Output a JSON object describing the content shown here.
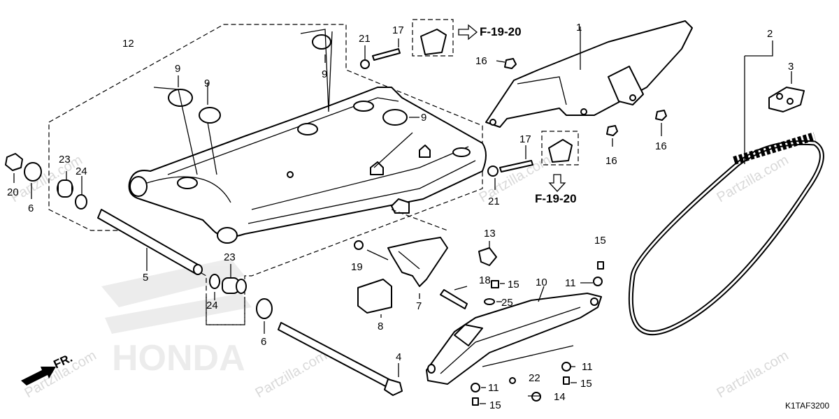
{
  "diagram": {
    "code": "K1TAF3200",
    "direction_label": "FR.",
    "watermark": "Partzilla.com",
    "brand_background": "HONDA",
    "references": [
      {
        "id": "ref-top",
        "text": "F-19-20"
      },
      {
        "id": "ref-mid",
        "text": "F-19-20"
      }
    ],
    "callouts": [
      {
        "id": "c1",
        "text": "1"
      },
      {
        "id": "c2",
        "text": "2"
      },
      {
        "id": "c3",
        "text": "3"
      },
      {
        "id": "c4",
        "text": "4"
      },
      {
        "id": "c5",
        "text": "5"
      },
      {
        "id": "c6a",
        "text": "6"
      },
      {
        "id": "c6b",
        "text": "6"
      },
      {
        "id": "c7",
        "text": "7"
      },
      {
        "id": "c8",
        "text": "8"
      },
      {
        "id": "c9a",
        "text": "9"
      },
      {
        "id": "c9b",
        "text": "9"
      },
      {
        "id": "c9c",
        "text": "9"
      },
      {
        "id": "c9d",
        "text": "9"
      },
      {
        "id": "c10",
        "text": "10"
      },
      {
        "id": "c11a",
        "text": "11"
      },
      {
        "id": "c11b",
        "text": "11"
      },
      {
        "id": "c11c",
        "text": "11"
      },
      {
        "id": "c12",
        "text": "12"
      },
      {
        "id": "c13",
        "text": "13"
      },
      {
        "id": "c14",
        "text": "14"
      },
      {
        "id": "c15a",
        "text": "15"
      },
      {
        "id": "c15b",
        "text": "15"
      },
      {
        "id": "c15c",
        "text": "15"
      },
      {
        "id": "c15d",
        "text": "15"
      },
      {
        "id": "c16a",
        "text": "16"
      },
      {
        "id": "c16b",
        "text": "16"
      },
      {
        "id": "c16c",
        "text": "16"
      },
      {
        "id": "c17a",
        "text": "17"
      },
      {
        "id": "c17b",
        "text": "17"
      },
      {
        "id": "c18",
        "text": "18"
      },
      {
        "id": "c19",
        "text": "19"
      },
      {
        "id": "c20",
        "text": "20"
      },
      {
        "id": "c21a",
        "text": "21"
      },
      {
        "id": "c21b",
        "text": "21"
      },
      {
        "id": "c22",
        "text": "22"
      },
      {
        "id": "c23a",
        "text": "23"
      },
      {
        "id": "c23b",
        "text": "23"
      },
      {
        "id": "c24a",
        "text": "24"
      },
      {
        "id": "c24b",
        "text": "24"
      },
      {
        "id": "c25",
        "text": "25"
      }
    ]
  }
}
